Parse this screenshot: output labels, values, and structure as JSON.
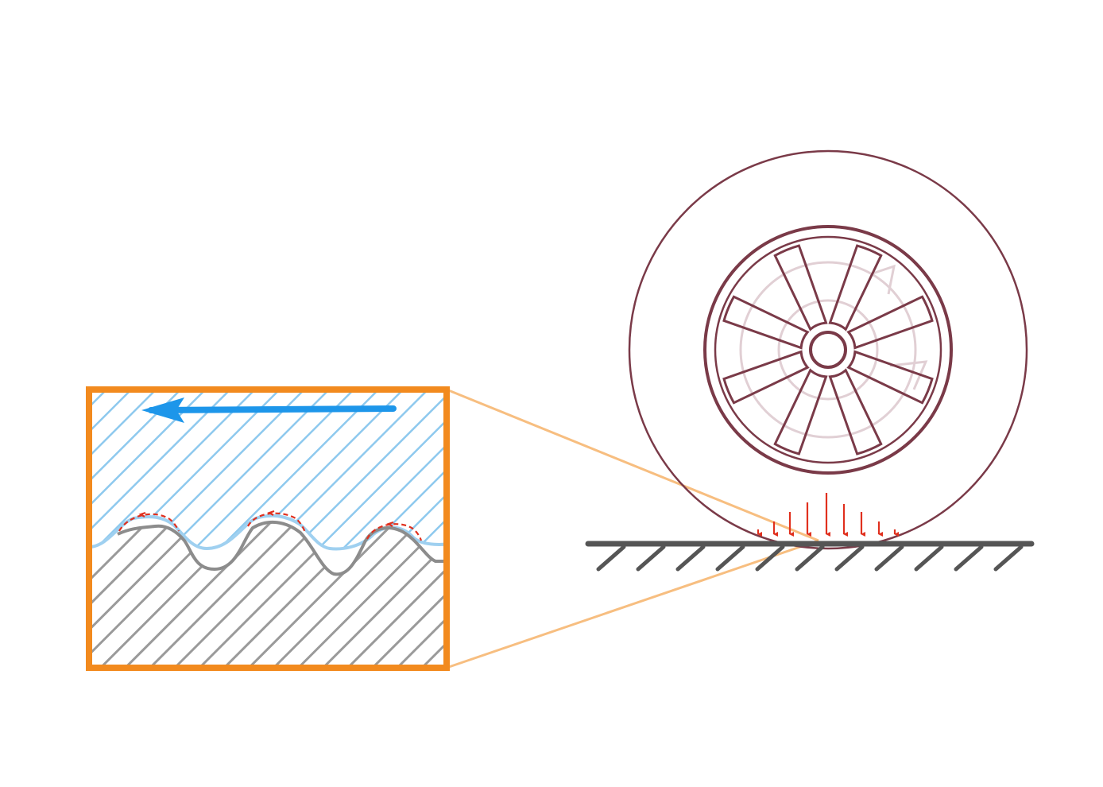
{
  "diagram": {
    "labels": [],
    "colors": {
      "background": "#ffffff",
      "tire": "#7a3a48",
      "rim_inner": "#c9a9b2",
      "ground": "#555555",
      "pressure_arrows": "#e0301e",
      "zoom_frame": "#f28a1e",
      "zoom_lines": "#f6b36a",
      "tire_rubber_hatch": "#8ec9ee",
      "tire_rubber_edge": "#9fd0f0",
      "road_hatch": "#9a9a9a",
      "road_edge": "#8c8c8c",
      "motion_arrow": "#1d96ea",
      "friction_marks": "#e0301e"
    },
    "components": {
      "wheel": {
        "spokes": 8
      },
      "ground": {
        "hatch_marks": 11
      },
      "pressure_distribution": {
        "arrows": 9
      },
      "zoom_inset": {
        "asperities": 3,
        "motion_direction": "left"
      }
    }
  }
}
